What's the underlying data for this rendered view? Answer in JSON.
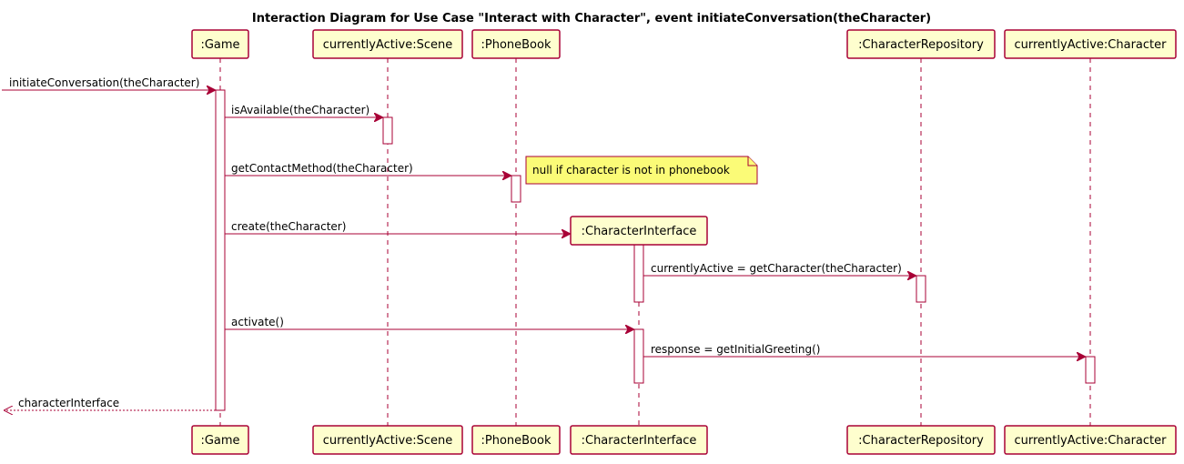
{
  "diagram": {
    "title": "Interaction Diagram for Use Case \"Interact with Character\", event initiateConversation(theCharacter)",
    "participants": [
      {
        "id": "game",
        "label": ":Game"
      },
      {
        "id": "scene",
        "label": "currentlyActive:Scene"
      },
      {
        "id": "phonebook",
        "label": ":PhoneBook"
      },
      {
        "id": "charinterface",
        "label": ":CharacterInterface"
      },
      {
        "id": "charrepo",
        "label": ":CharacterRepository"
      },
      {
        "id": "character",
        "label": "currentlyActive:Character"
      }
    ],
    "messages": [
      {
        "from": "",
        "to": "game",
        "label": "initiateConversation(theCharacter)",
        "kind": "call"
      },
      {
        "from": "game",
        "to": "scene",
        "label": "isAvailable(theCharacter)",
        "kind": "call"
      },
      {
        "from": "game",
        "to": "phonebook",
        "label": "getContactMethod(theCharacter)",
        "kind": "call"
      },
      {
        "from": "game",
        "to": "charinterface",
        "label": "create(theCharacter)",
        "kind": "create"
      },
      {
        "from": "charinterface",
        "to": "charrepo",
        "label": "currentlyActive = getCharacter(theCharacter)",
        "kind": "call"
      },
      {
        "from": "game",
        "to": "charinterface",
        "label": "activate()",
        "kind": "call"
      },
      {
        "from": "charinterface",
        "to": "character",
        "label": "response = getInitialGreeting()",
        "kind": "call"
      },
      {
        "from": "game",
        "to": "",
        "label": "characterInterface",
        "kind": "return"
      }
    ],
    "note": {
      "label": "null if character is not in phonebook",
      "attached_to": "phonebook"
    }
  }
}
